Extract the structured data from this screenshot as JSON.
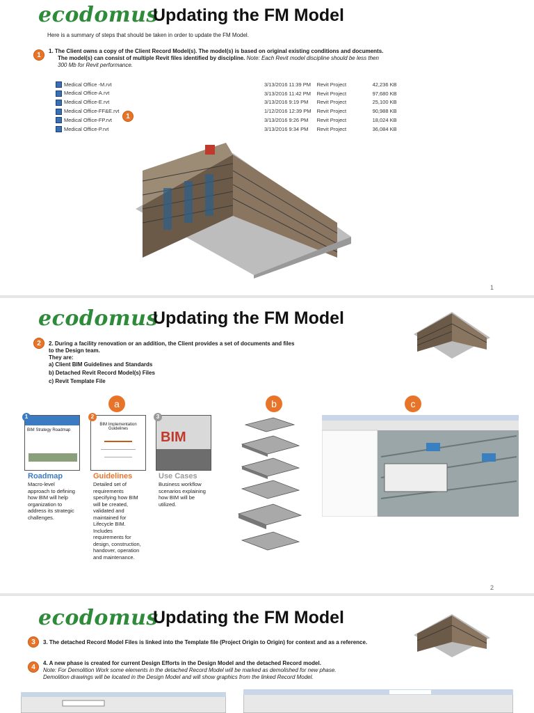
{
  "brand": {
    "logo": "ecodomus",
    "green": "#2e8b3a",
    "accent": "#e8742a"
  },
  "slide1": {
    "title": "Updating the FM Model",
    "intro": "Here is a summary of steps that should be taken in order to update the FM Model.",
    "badge": "1",
    "step_line1": "1.   The Client owns a copy of the Client Record Model(s). The model(s) is based on original existing conditions and documents.",
    "step_line2": "The model(s) can consist of multiple Revit files identified by discipline.",
    "step_note1": "Note: Each Revit model discipline should be less then",
    "step_note2": "300 Mb for Revit performance.",
    "files": [
      {
        "name": "Medical Office -M.rvt",
        "date": "3/13/2016 11:39 PM",
        "type": "Revit Project",
        "size": "42,236 KB"
      },
      {
        "name": "Medical Office-A.rvt",
        "date": "3/13/2016 11:42 PM",
        "type": "Revit Project",
        "size": "97,680 KB"
      },
      {
        "name": "Medical Office-E.rvt",
        "date": "3/13/2016 9:19 PM",
        "type": "Revit Project",
        "size": "25,100 KB"
      },
      {
        "name": "Medical Office-FF&E.rvt",
        "date": "1/12/2016 12:39 PM",
        "type": "Revit Project",
        "size": "90,988 KB"
      },
      {
        "name": "Medical Office-FP.rvt",
        "date": "3/13/2016 9:26 PM",
        "type": "Revit Project",
        "size": "18,024 KB"
      },
      {
        "name": "Medical Office-P.rvt",
        "date": "3/13/2016 9:34 PM",
        "type": "Revit Project",
        "size": "36,084 KB"
      }
    ],
    "page": "1"
  },
  "slide2": {
    "title": "Updating the FM Model",
    "badge": "2",
    "step_line1": "2.   During a facility renovation or an addition, the Client provides a set of documents and files",
    "step_line2": "to the Design team.",
    "step_line3": "They are:",
    "items": [
      "a)   Client BIM Guidelines and Standards",
      "b)   Detached Revit Record Model(s) Files",
      "c)   Revit Template File"
    ],
    "letters": [
      "a",
      "b",
      "c"
    ],
    "cards": [
      {
        "num": "1",
        "thumb": "BIM Strategy Roadmap",
        "title": "Roadmap",
        "color": "#3b7bc4",
        "desc": [
          "Macro-level",
          "approach to defining",
          "how BIM will help",
          "organization to",
          "address its strategic",
          "challenges."
        ]
      },
      {
        "num": "2",
        "thumb": "BIM Implementation Guidelines",
        "title": "Guidelines",
        "color": "#e8742a",
        "desc": [
          "Detailed set of",
          "requirements",
          "specifying how BIM",
          "will be created,",
          "validated and",
          "maintained for",
          "Lifecycle BIM.",
          "Includes",
          "requirements for",
          "design, construction,",
          "handover, operation",
          "and maintenance."
        ]
      },
      {
        "num": "3",
        "thumb": "BIM",
        "title": "Use Cases",
        "color": "#999999",
        "desc": [
          "Business workflow",
          "scenarios explaining",
          "how BIM will be",
          "utilized."
        ]
      }
    ],
    "page": "2"
  },
  "slide3": {
    "title": "Updating the FM Model",
    "badge3": "3",
    "step3": "3.   The detached Record Model Files is linked into the Template file (Project Origin to Origin) for context and as a reference.",
    "badge4": "4",
    "step4": "4.   A new phase is created for current Design Efforts in the Design Model and the detached Record model.",
    "note1": "Note: For Demolition Work some elements in the detached Record Model will be marked as demolished for new phase.",
    "note2": "Demolition drawings will be located in the Design Model and will show graphics from the linked Record Model."
  }
}
